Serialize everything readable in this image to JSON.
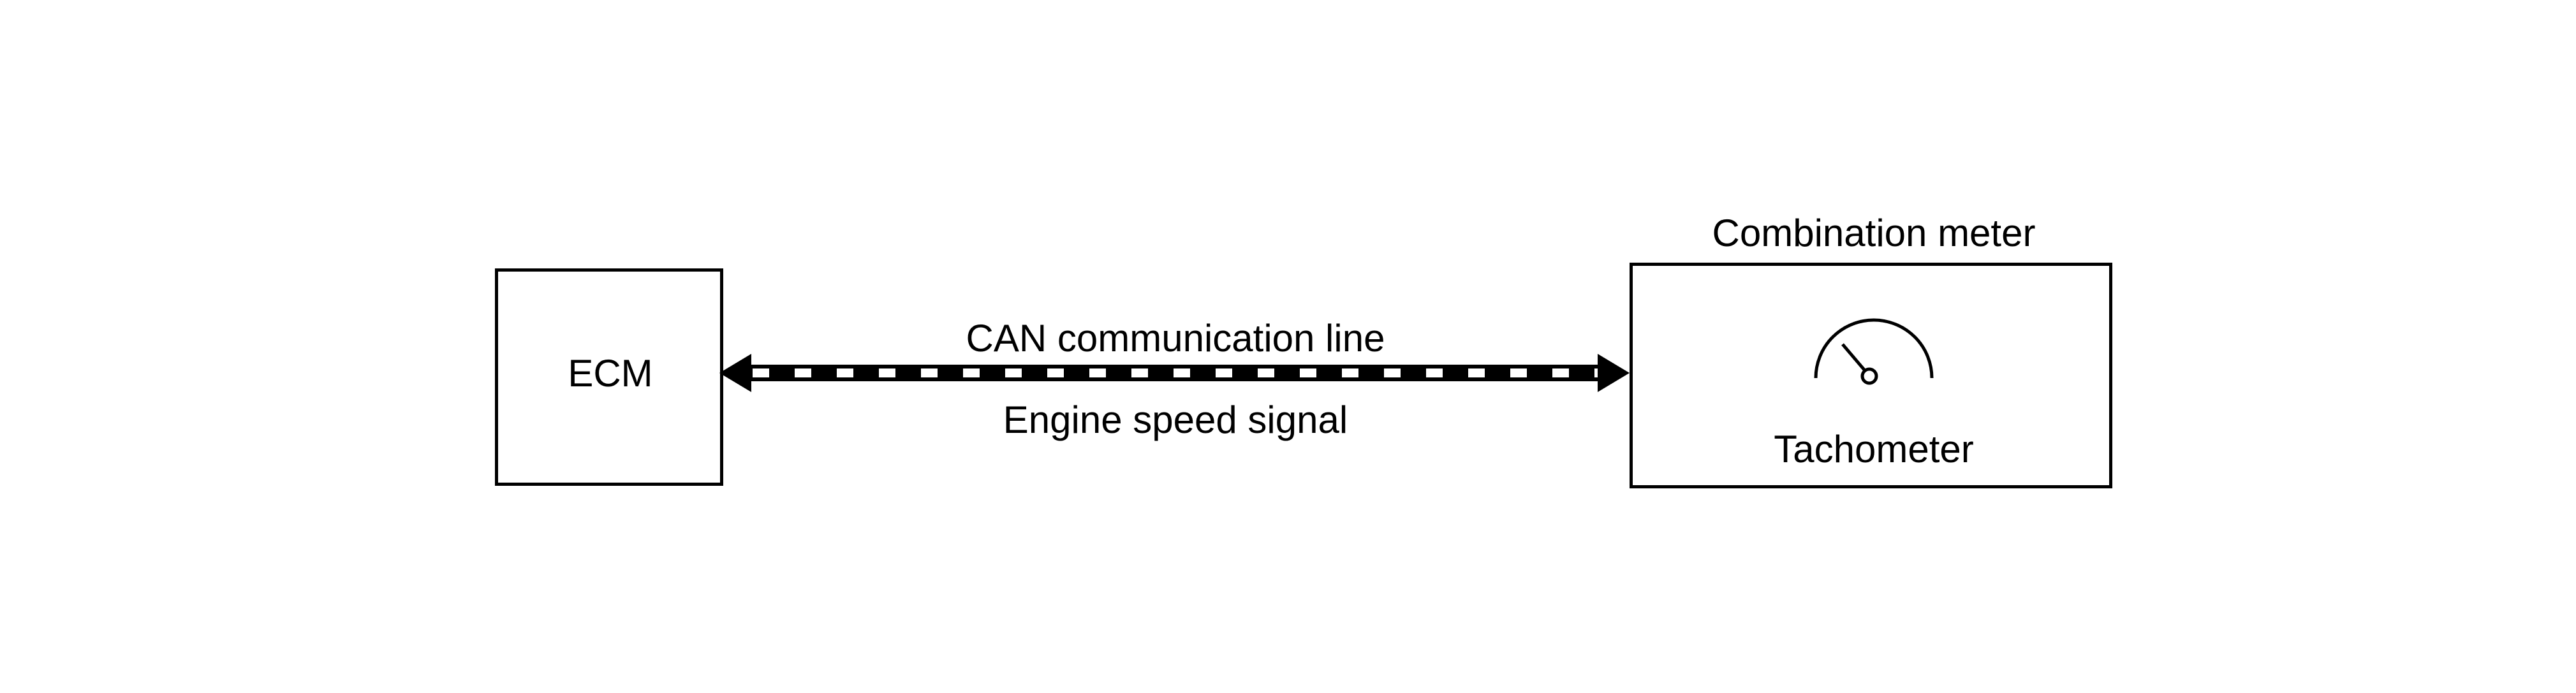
{
  "diagram": {
    "ecm": {
      "label": "ECM"
    },
    "combination_meter": {
      "title": "Combination meter",
      "gauge_label": "Tachometer"
    },
    "link": {
      "line_label": "CAN communication line",
      "signal_label": "Engine speed signal",
      "direction": "bidirectional"
    }
  },
  "colors": {
    "stroke": "#000000",
    "background": "#ffffff"
  }
}
